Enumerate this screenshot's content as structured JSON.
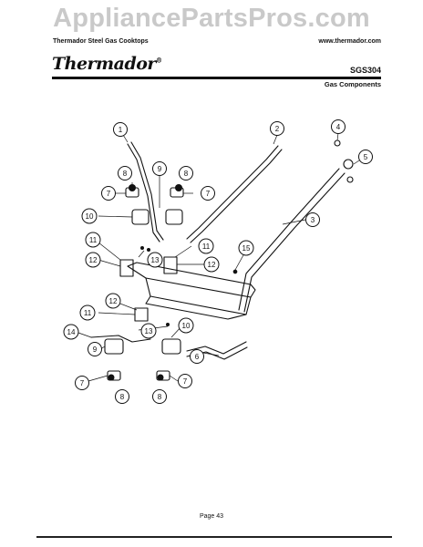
{
  "watermark": "AppliancePartsPros.com",
  "header": {
    "left": "Thermador Steel Gas Cooktops",
    "right": "www.thermador.com",
    "brand": "Thermador",
    "brand_mark": "®",
    "model": "SGS304",
    "section": "Gas Components"
  },
  "footer": {
    "page": "Page 43"
  },
  "callouts": [
    {
      "id": "c1",
      "label": "1"
    },
    {
      "id": "c2",
      "label": "2"
    },
    {
      "id": "c3",
      "label": "3"
    },
    {
      "id": "c4",
      "label": "4"
    },
    {
      "id": "c5",
      "label": "5"
    },
    {
      "id": "c6",
      "label": "6"
    },
    {
      "id": "c7a",
      "label": "7"
    },
    {
      "id": "c7b",
      "label": "7"
    },
    {
      "id": "c7c",
      "label": "7"
    },
    {
      "id": "c7d",
      "label": "7"
    },
    {
      "id": "c8a",
      "label": "8"
    },
    {
      "id": "c8b",
      "label": "8"
    },
    {
      "id": "c8c",
      "label": "8"
    },
    {
      "id": "c8d",
      "label": "8"
    },
    {
      "id": "c9a",
      "label": "9"
    },
    {
      "id": "c9b",
      "label": "9"
    },
    {
      "id": "c10a",
      "label": "10"
    },
    {
      "id": "c10b",
      "label": "10"
    },
    {
      "id": "c11a",
      "label": "11"
    },
    {
      "id": "c11b",
      "label": "11"
    },
    {
      "id": "c11c",
      "label": "11"
    },
    {
      "id": "c12a",
      "label": "12"
    },
    {
      "id": "c12b",
      "label": "12"
    },
    {
      "id": "c12c",
      "label": "12"
    },
    {
      "id": "c13a",
      "label": "13"
    },
    {
      "id": "c13b",
      "label": "13"
    },
    {
      "id": "c14",
      "label": "14"
    },
    {
      "id": "c15",
      "label": "15"
    }
  ]
}
